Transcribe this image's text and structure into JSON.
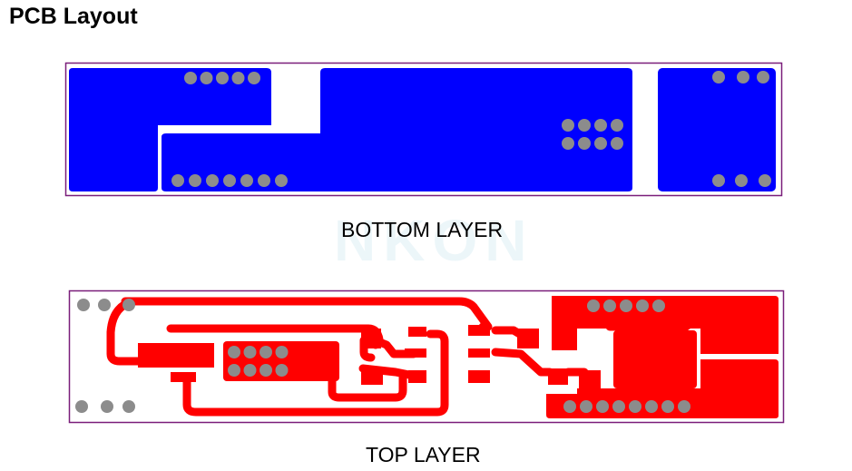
{
  "page": {
    "title": "PCB Layout",
    "watermark": "NKON"
  },
  "colors": {
    "bottom_copper": "#0000ff",
    "top_copper": "#ff0000",
    "pad": "#8c8c8c",
    "board_outline": "#7a1e7a",
    "background": "#ffffff"
  },
  "layers": {
    "bottom": {
      "label": "BOTTOM LAYER"
    },
    "top": {
      "label": "TOP LAYER"
    }
  }
}
